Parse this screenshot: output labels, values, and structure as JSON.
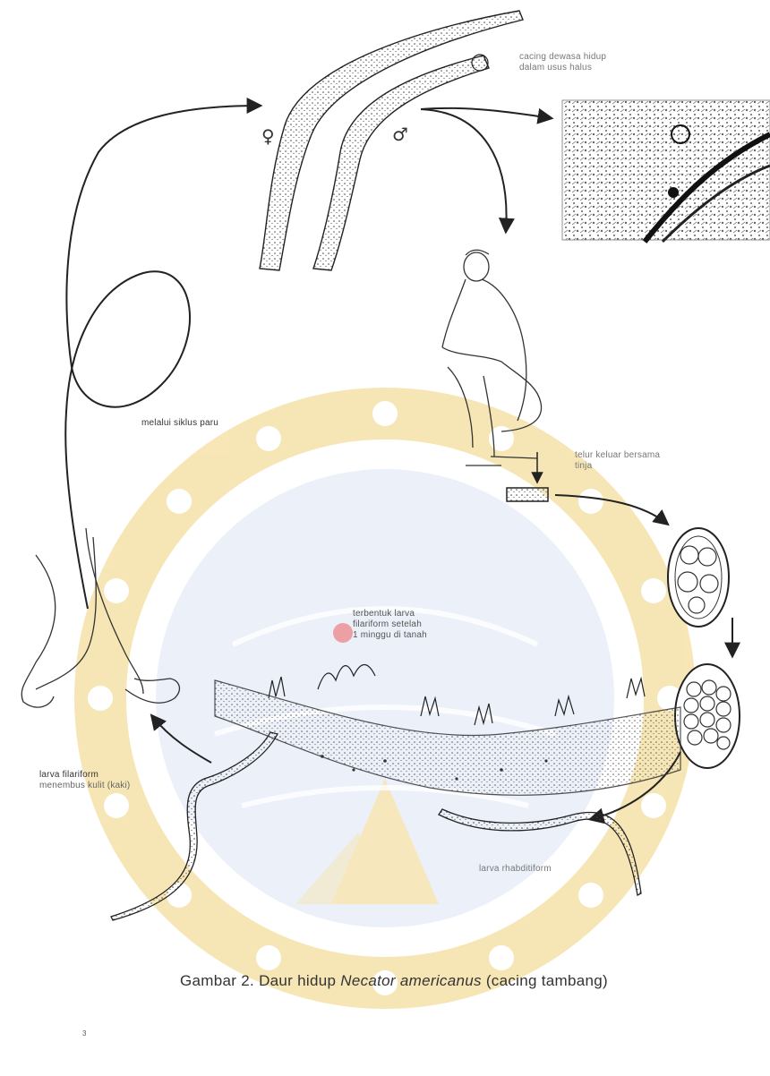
{
  "colors": {
    "watermark_gold": "#f2d27a",
    "watermark_blue": "#c9d7ef",
    "ink": "#222222",
    "highlight_red": "#ef6a6a"
  },
  "labels": {
    "adult_worms": [
      "cacing dewasa hidup",
      "dalam usus halus"
    ],
    "lung_route": "melalui siklus paru",
    "eggs_out": [
      "telur keluar bersama",
      "tinja"
    ],
    "filariform_form": [
      "terbentuk larva",
      "filariform setelah",
      "1 minggu di tanah"
    ],
    "filariform_skin": [
      "larva filariform",
      "menembus kulit (kaki)"
    ],
    "rhabditiform": "larva rhabditiform"
  },
  "symbols": {
    "female": "♀",
    "male": "♂"
  },
  "caption": {
    "prefix": "Gambar 2. Daur hidup ",
    "species": "Necator americanus",
    "suffix": " (cacing tambang)"
  },
  "page_mark": "3",
  "icons": [
    "female-symbol-icon",
    "male-symbol-icon",
    "human-squatting-figure",
    "human-leg-figure",
    "egg-icon",
    "worm-icon",
    "arrow-icon",
    "university-watermark-logo"
  ]
}
